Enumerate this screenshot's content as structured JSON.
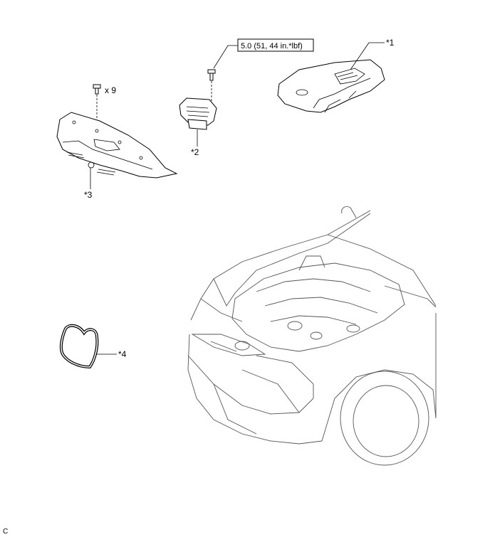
{
  "diagram": {
    "callouts": [
      {
        "id": "1",
        "label": "*1"
      },
      {
        "id": "2",
        "label": "*2"
      },
      {
        "id": "3",
        "label": "*3"
      },
      {
        "id": "4",
        "label": "*4"
      }
    ],
    "torque_spec": "5.0 (51, 44 in.*lbf)",
    "bolt_quantity": "x 9",
    "figure_code": "C"
  }
}
